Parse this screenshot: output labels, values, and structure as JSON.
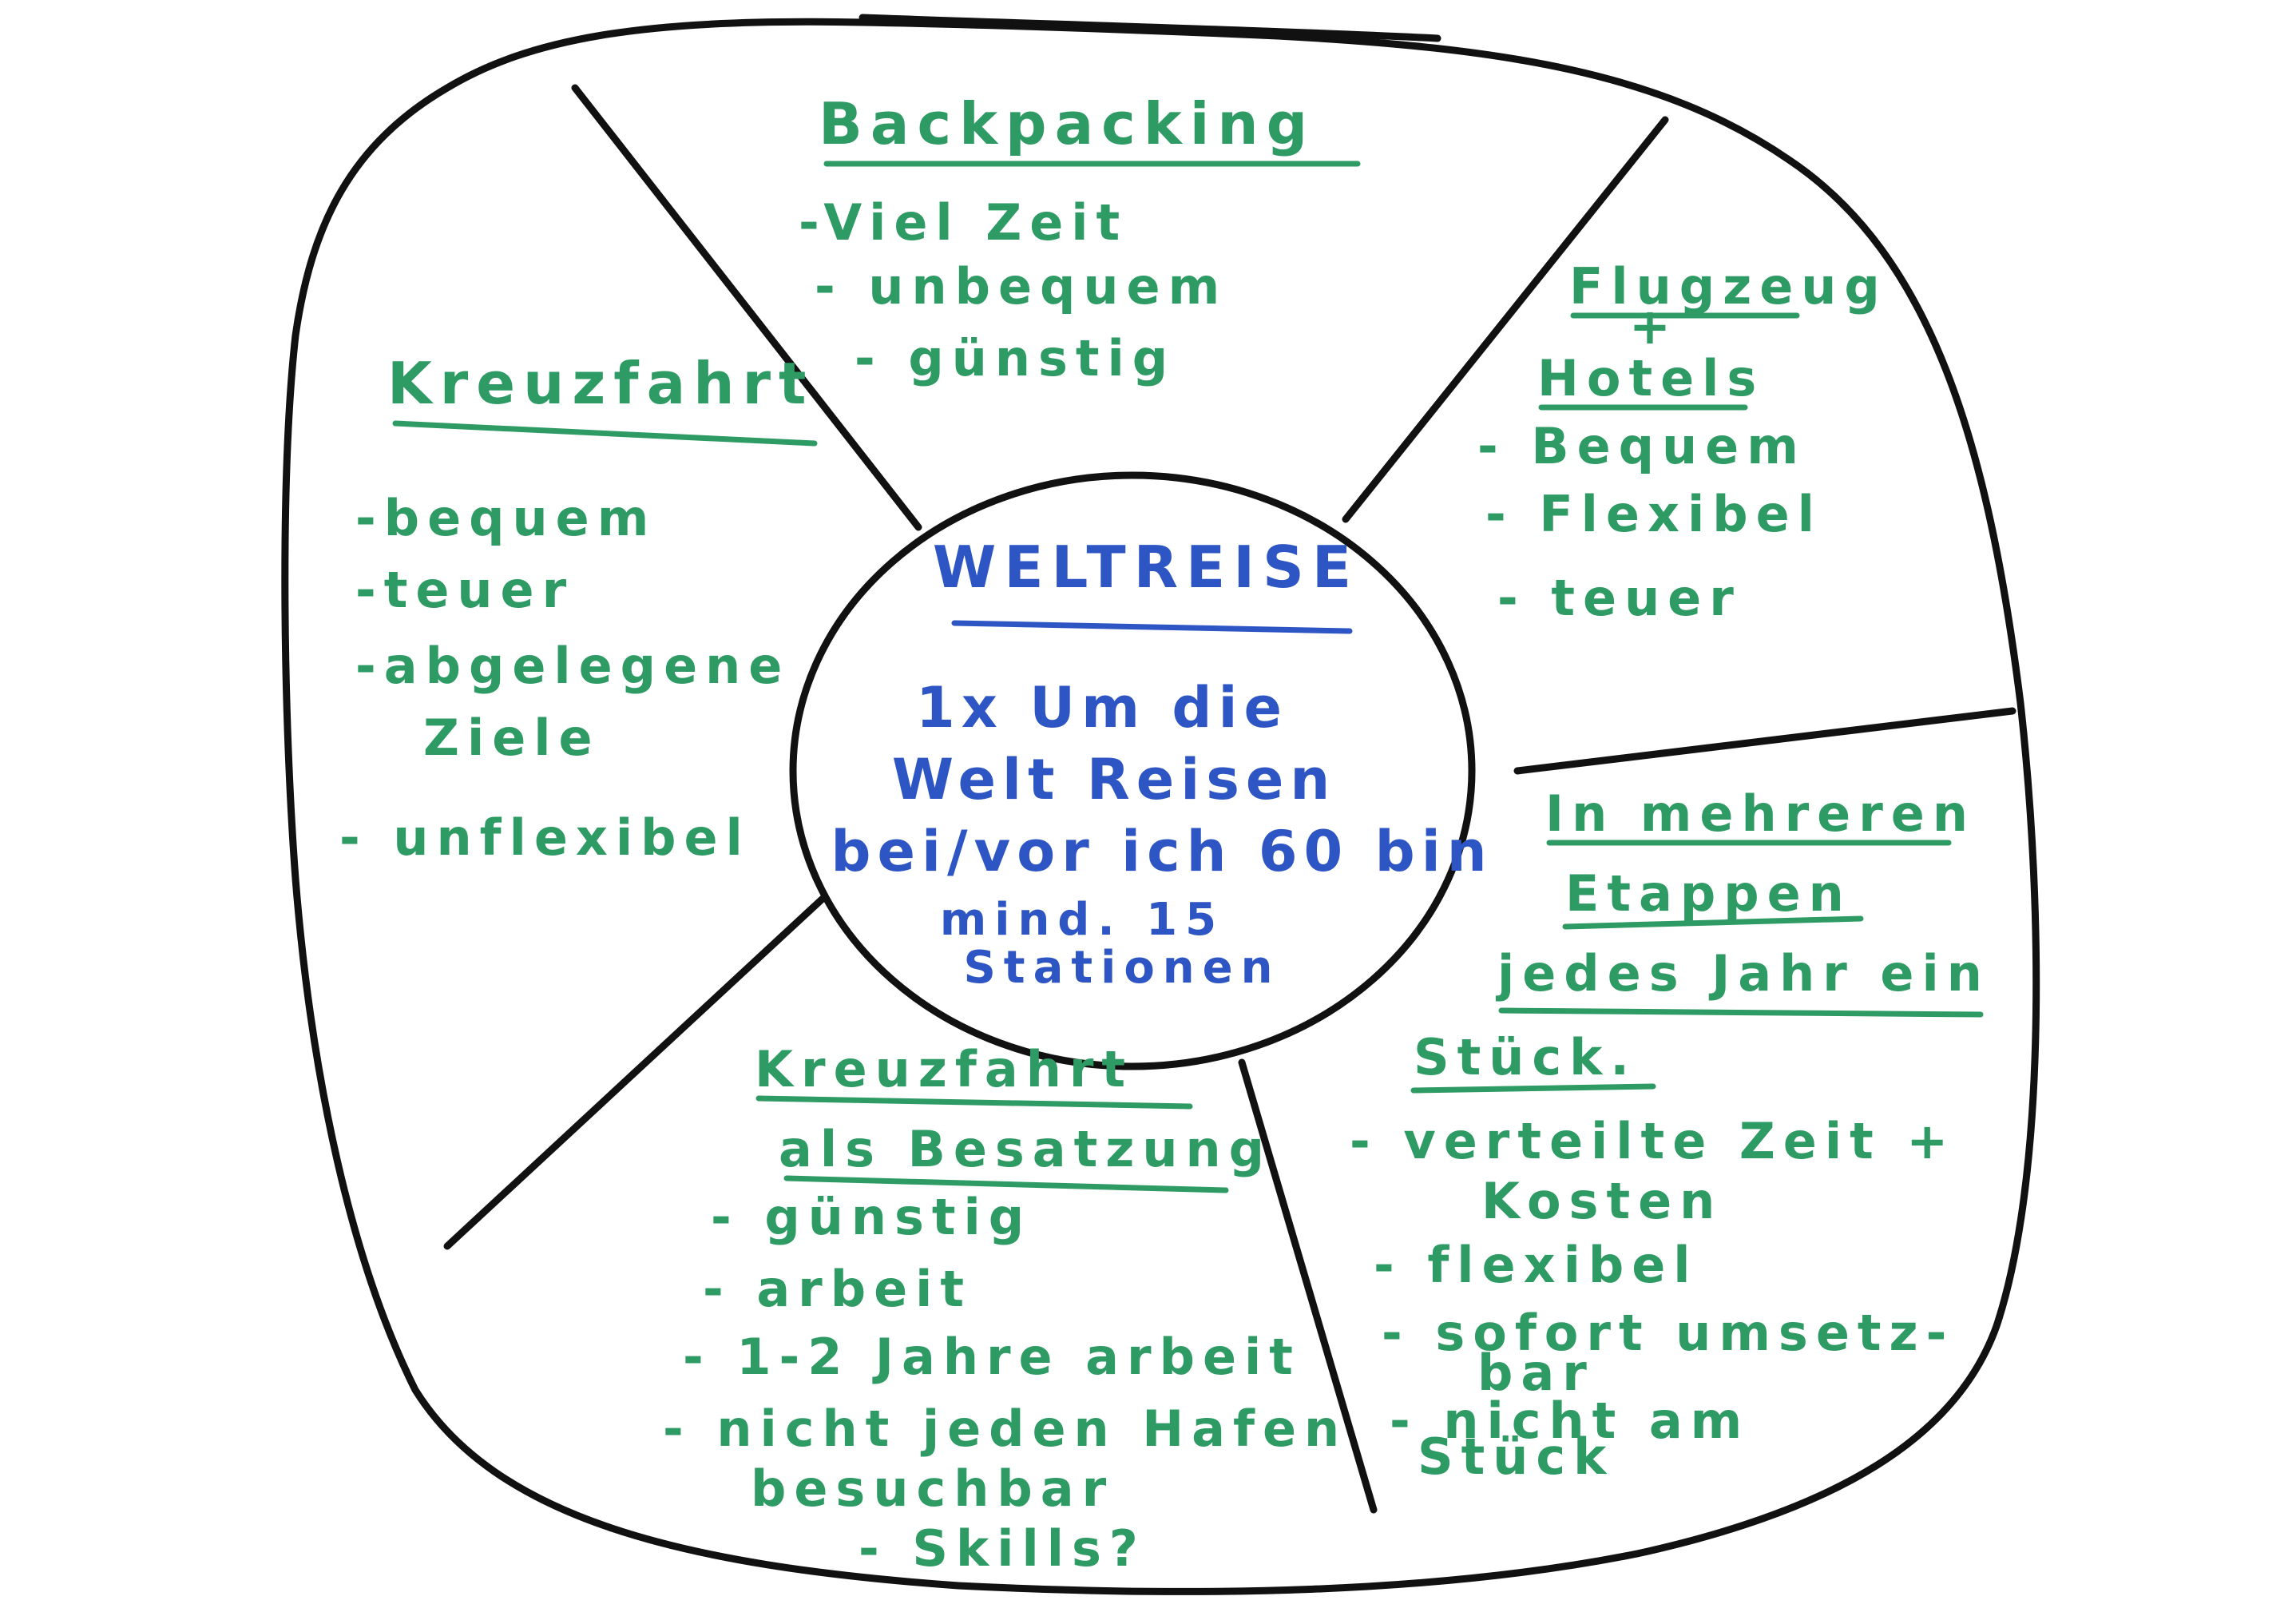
{
  "colors": {
    "outline": "#111111",
    "green": "#2e9a64",
    "blue": "#2e55c4"
  },
  "center": {
    "title": "WELTREISE",
    "lines": [
      "1x Um die",
      "Welt Reisen",
      "bei/vor ich 60 bin",
      "mind. 15",
      "Stationen"
    ]
  },
  "sections": {
    "backpacking": {
      "title": "Backpacking",
      "items": [
        "-Viel Zeit",
        "- unbequem",
        "- günstig"
      ]
    },
    "flugzeug": {
      "title_lines": [
        "Flugzeug",
        "+",
        "Hotels"
      ],
      "items": [
        "- Bequem",
        "- Flexibel",
        "- teuer"
      ]
    },
    "etappen": {
      "title_lines": [
        "In mehreren",
        "Etappen",
        "jedes Jahr ein",
        "Stück."
      ],
      "items": [
        "- verteilte Zeit +",
        "Kosten",
        "- flexibel",
        "- sofort umsetz-",
        "bar",
        "- nicht am",
        "Stück"
      ]
    },
    "kreuzfahrt_besatzung": {
      "title_lines": [
        "Kreuzfahrt",
        "als Besatzung"
      ],
      "items": [
        "- günstig",
        "- arbeit",
        "- 1-2 Jahre arbeit",
        "- nicht jeden Hafen",
        "besuchbar",
        "- Skills?"
      ]
    },
    "kreuzfahrt": {
      "title": "Kreuzfahrt",
      "items": [
        "-bequem",
        "-teuer",
        "-abgelegene",
        "Ziele",
        "- unflexibel"
      ]
    }
  }
}
